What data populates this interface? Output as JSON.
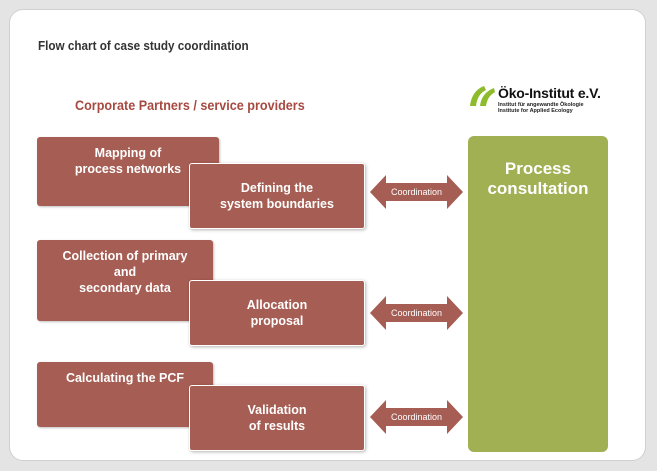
{
  "title": "Flow chart of case study coordination",
  "subtitle": "Corporate Partners / service providers",
  "logo": {
    "name": "Öko-Institut e.V.",
    "line1": "Institut für angewandte Ökologie",
    "line2": "Institute for Applied Ecology"
  },
  "stages": [
    {
      "back_label": "Mapping of\nprocess networks",
      "front_label": "Defining the\nsystem boundaries",
      "arrow_label": "Coordination"
    },
    {
      "back_label": "Collection of primary\nand\nsecondary data",
      "front_label": "Allocation\nproposal",
      "arrow_label": "Coordination"
    },
    {
      "back_label": "Calculating the PCF",
      "front_label": "Validation\nof results",
      "arrow_label": "Coordination"
    }
  ],
  "process_label": "Process\nconsultation",
  "colors": {
    "box_fill": "#a65d53",
    "process_fill": "#a0b052",
    "subtitle_text": "#a64a41",
    "logo_green": "#8dbb2c"
  }
}
